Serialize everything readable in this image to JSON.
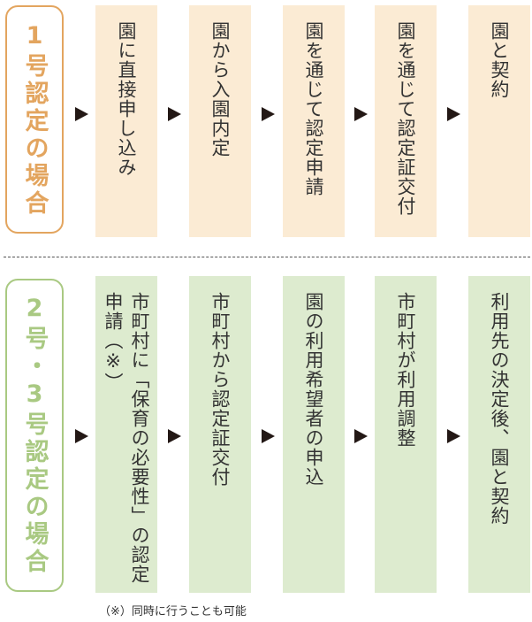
{
  "type1": {
    "label": "1号認定の場合",
    "steps": [
      "園に直接申し込み",
      "園から入園内定",
      "園を通じて認定申請",
      "園を通じて認定証交付",
      "園と契約"
    ]
  },
  "type23": {
    "label": "2号・3号認定の場合",
    "steps": [
      "市町村に「保育の必要性」の認定申請（※）",
      "市町村から認定証交付",
      "園の利用希望者の申込",
      "市町村が利用調整",
      "利用先の決定後、園と契約"
    ]
  },
  "footnote": "（※）同時に行うことも可能",
  "colors": {
    "orange": "#E3A55F",
    "orange_bg": "#FBEBD4",
    "green": "#A9C982",
    "green_bg": "#DDEBCF",
    "arrow": "#231815"
  }
}
